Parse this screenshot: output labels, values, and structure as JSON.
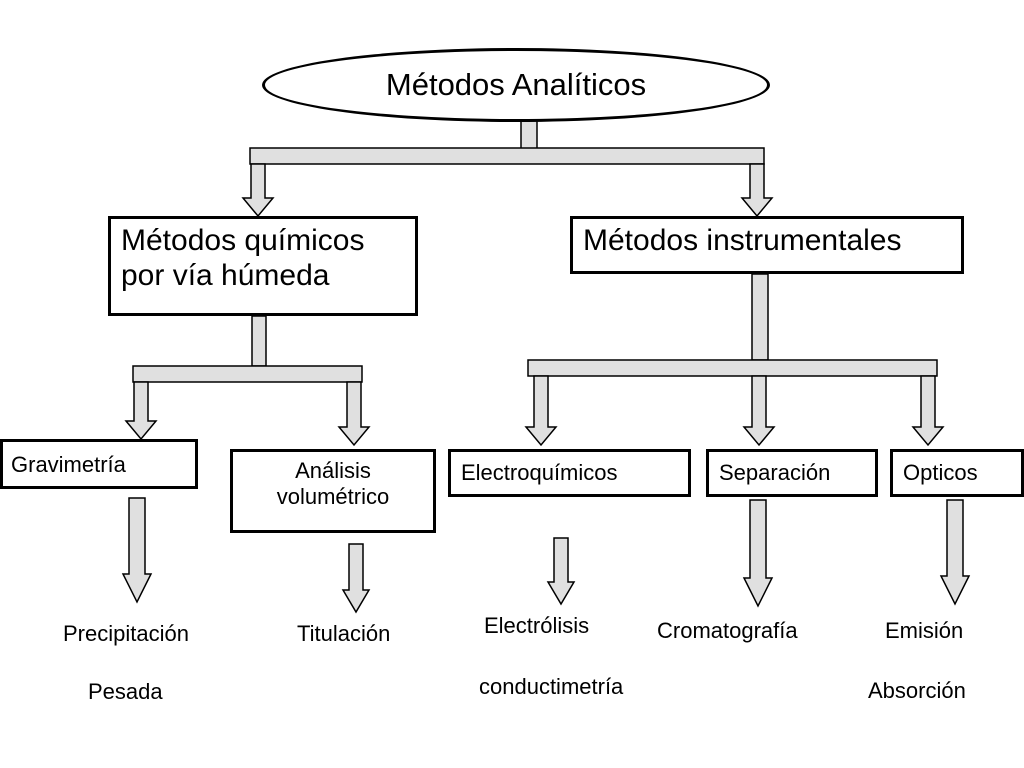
{
  "diagram": {
    "root": "Métodos Analíticos",
    "quimicos": {
      "line1": "Métodos químicos",
      "line2": "por vía húmeda"
    },
    "instrumentales": "Métodos instrumentales",
    "gravimetria": "Gravimetría",
    "volumetrico": {
      "line1": "Análisis",
      "line2": "volumétrico"
    },
    "electroquimicos": "Electroquímicos",
    "separacion": "Separación",
    "opticos": "Opticos",
    "leaves": {
      "precipitacion": "Precipitación",
      "pesada": "Pesada",
      "titulacion": "Titulación",
      "electrolisis": "Electrólisis",
      "conductimetria": "conductimetría",
      "cromatografia": "Cromatografía",
      "emision": "Emisión",
      "absorcion": "Absorción"
    },
    "connector_fill": "#e0e0e0",
    "connector_stroke": "#000000"
  }
}
